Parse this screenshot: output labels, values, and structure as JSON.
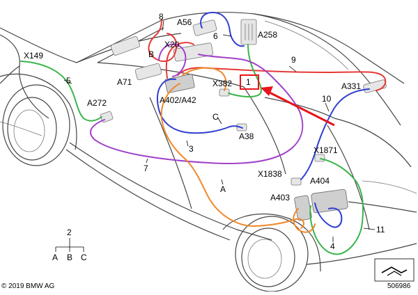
{
  "labels": {
    "x149": "X149",
    "n5": "5",
    "a272": "A272",
    "n8": "8",
    "a56": "A56",
    "n6": "6",
    "a258": "A258",
    "x20": "X20",
    "b": "B",
    "a71": "A71",
    "n9": "9",
    "a402": "A402/A42",
    "x382": "X382",
    "n1": "1",
    "a331": "A331",
    "n10": "10",
    "c": "C",
    "a38": "A38",
    "n3": "3",
    "n7": "7",
    "x1871": "X1871",
    "x1838": "X1838",
    "a404": "A404",
    "a": "A",
    "a403": "A403",
    "n11": "11",
    "n4": "4"
  },
  "legend": {
    "top": "2",
    "a": "A",
    "b": "B",
    "c": "C"
  },
  "footer": {
    "copyright": "© 2019 BMW AG",
    "image_number": "506986"
  },
  "colors": {
    "red": "#e53935",
    "blue": "#2f3fd0",
    "green": "#3ab54a",
    "purple": "#a040c8",
    "orange": "#f0892a",
    "highlight": "#e8141c"
  }
}
